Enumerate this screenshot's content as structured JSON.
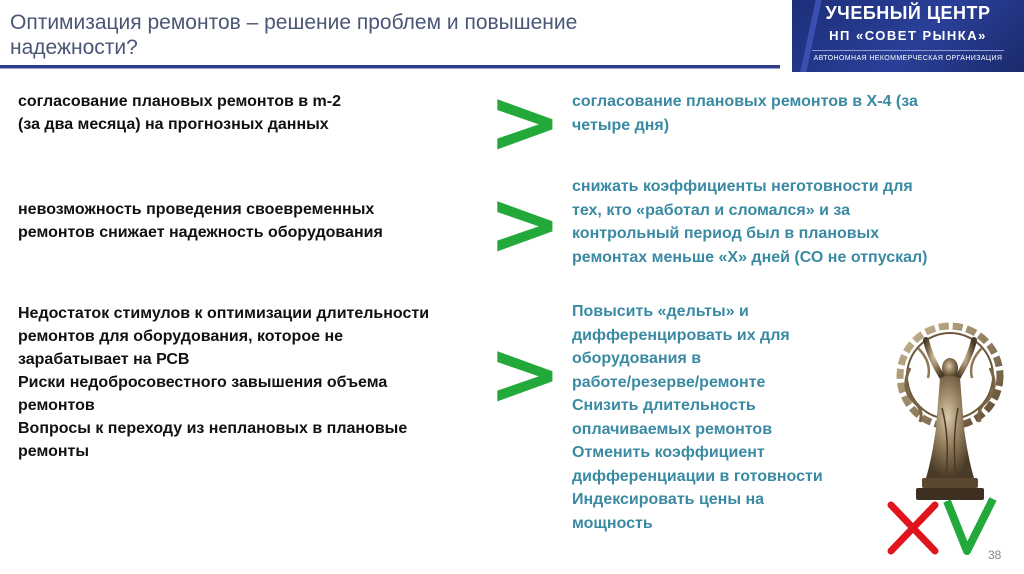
{
  "header": {
    "title_line1": "Оптимизация ремонтов – решение проблем и повышение",
    "title_line2": "надежности?"
  },
  "logo": {
    "line1": "УЧЕБНЫЙ ЦЕНТР",
    "line2": "НП «СОВЕТ РЫНКА»",
    "line3": "АВТОНОМНАЯ НЕКОММЕРЧЕСКАЯ ОРГАНИЗАЦИЯ"
  },
  "rows": [
    {
      "problem": [
        "согласование плановых ремонтов в m-2",
        "(за два месяца) на прогнозных данных"
      ],
      "symbol": ">",
      "solution": [
        "согласование плановых ремонтов в X-4 (за",
        "четыре дня)"
      ]
    },
    {
      "problem": [
        "невозможность проведения своевременных",
        "ремонтов снижает надежность оборудования"
      ],
      "symbol": ">",
      "solution": [
        "снижать коэффициенты неготовности для",
        "тех, кто «работал и сломался» и за",
        "контрольный период был в плановых",
        "ремонтах меньше «Х» дней (СО не отпускал)"
      ]
    },
    {
      "problem": [
        "Недостаток стимулов к оптимизации длительности",
        "ремонтов для оборудования, которое не",
        "зарабатывает на РСВ",
        "Риски недобросовестного завышения объема",
        "ремонтов",
        "Вопросы к переходу из неплановых в плановые",
        "ремонты"
      ],
      "symbol": ">",
      "solution": [
        "Повысить «дельты» и",
        "дифференцировать их для",
        "оборудования в",
        "работе/резерве/ремонте",
        "Снизить длительность",
        "оплачиваемых ремонтов",
        "Отменить коэффициент",
        "дифференциации в готовности",
        "Индексировать цены на",
        "мощность"
      ]
    }
  ],
  "colors": {
    "title": "#4a5675",
    "solution": "#3a8aa3",
    "symbol": "#22a93a",
    "cross": "#e0141b",
    "check": "#22a93a"
  },
  "icons": [
    "award-statue-icon",
    "cross-mark-icon",
    "check-mark-icon"
  ],
  "page_number": "38"
}
